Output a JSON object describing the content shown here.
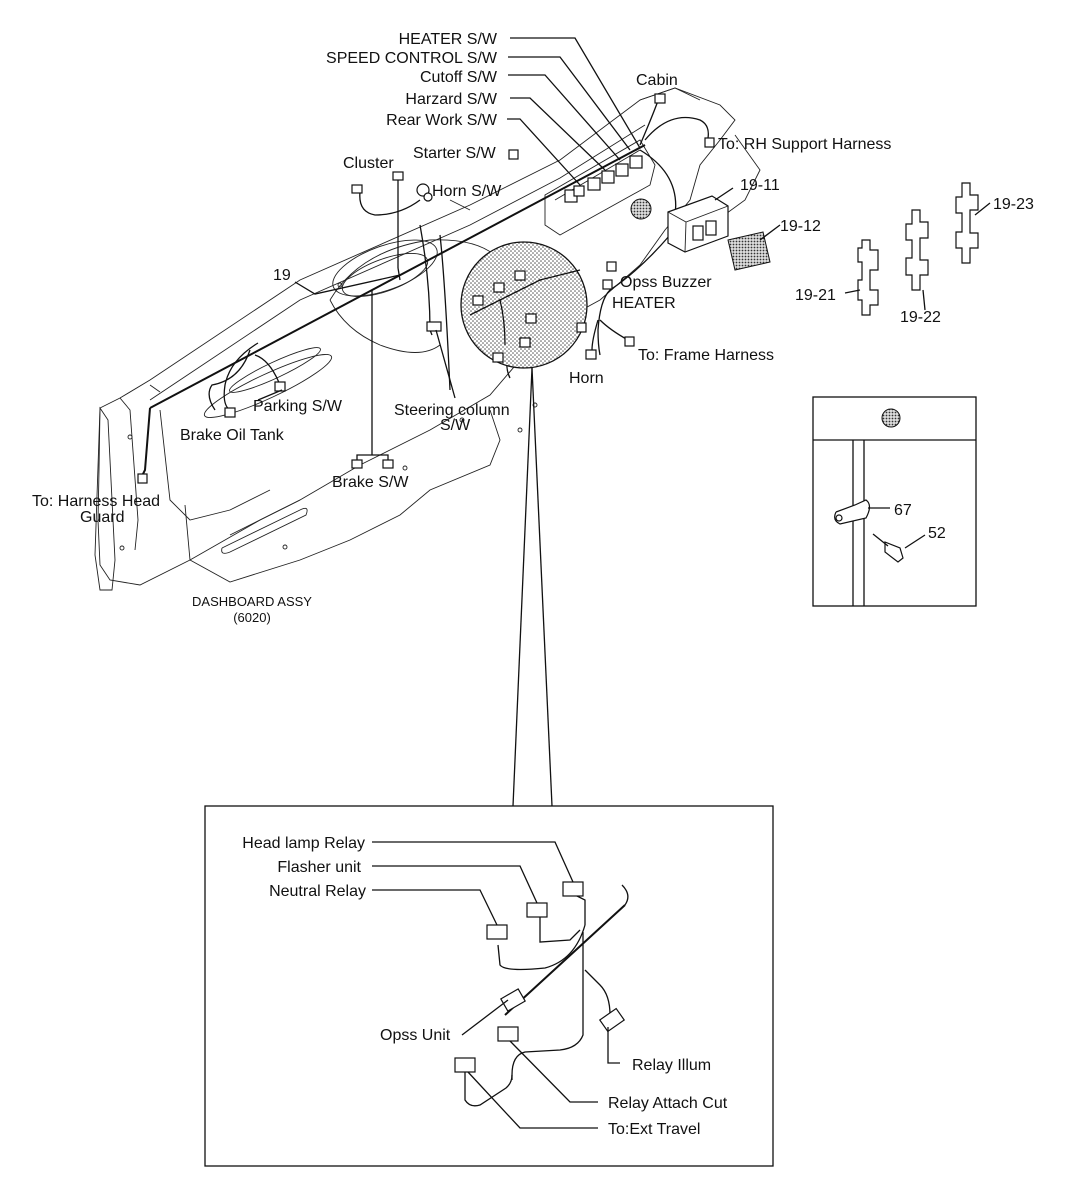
{
  "title": {
    "line1": "DASHBOARD ASSY",
    "line2": "(6020)"
  },
  "callouts": {
    "heater_sw": "HEATER S/W",
    "speed_control_sw": "SPEED CONTROL S/W",
    "cutoff_sw": "Cutoff S/W",
    "harzard_sw": "Harzard S/W",
    "rear_work_sw": "Rear Work S/W",
    "starter_sw": "Starter S/W",
    "cluster": "Cluster",
    "horn_sw": "Horn S/W",
    "cabin": "Cabin",
    "rh_support": "To: RH Support Harness",
    "opss_buzzer": "Opss Buzzer",
    "heater": "HEATER",
    "frame_harness": "To: Frame Harness",
    "horn": "Horn",
    "steering_col_1": "Steering column",
    "steering_col_2": "S/W",
    "parking_sw": "Parking S/W",
    "brake_oil_tank": "Brake Oil Tank",
    "brake_sw": "Brake S/W",
    "head_guard_1": "To: Harness Head",
    "head_guard_2": "Guard"
  },
  "part_numbers": {
    "p19": "19",
    "p19_11": "19-11",
    "p19_12": "19-12",
    "p19_21": "19-21",
    "p19_22": "19-22",
    "p19_23": "19-23",
    "p67": "67",
    "p52": "52"
  },
  "detail": {
    "head_lamp_relay": "Head lamp Relay",
    "flasher_unit": "Flasher unit",
    "neutral_relay": "Neutral Relay",
    "opss_unit": "Opss Unit",
    "relay_illum": "Relay Illum",
    "relay_attach_cut": "Relay Attach Cut",
    "ext_travel": "To:Ext Travel"
  }
}
